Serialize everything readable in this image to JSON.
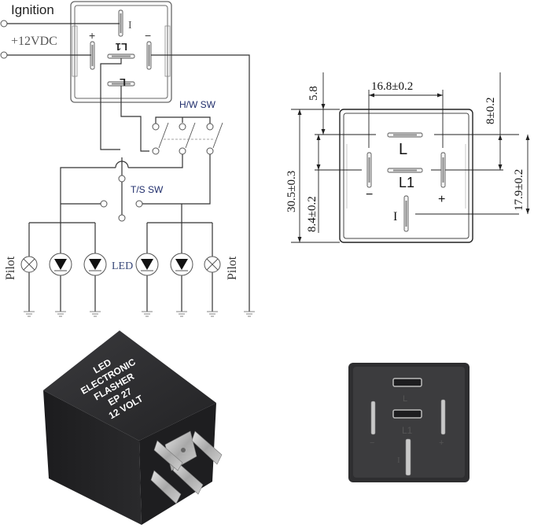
{
  "wiring_diagram": {
    "inputs": {
      "ignition_label": "Ignition",
      "supply_label": "+12VDC"
    },
    "relay_pins": {
      "ignition_pin": "I",
      "positive_pin": "+",
      "negative_pin": "−",
      "l1_pin": "L1",
      "l_pin": "L"
    },
    "switches": {
      "hazard_switch_label": "H/W SW",
      "turn_signal_switch_label": "T/S SW"
    },
    "lamps": {
      "pilot_left_label": "Pilot",
      "pilot_right_label": "Pilot",
      "led_label": "LED"
    }
  },
  "dimension_drawing": {
    "pin_labels": {
      "top": "L",
      "middle": "L1",
      "left": "−",
      "right": "+",
      "bottom": "I"
    },
    "dimensions": {
      "pin_span_width": "16.8±0.2",
      "top_offset": "5.8",
      "overall_height": "30.5±0.3",
      "l_to_l1": "8.4±0.2",
      "right_upper": "8±0.2",
      "right_lower": "17.9±0.2"
    }
  },
  "product_photo_angled": {
    "housing_text": [
      "LED",
      "ELECTRONIC",
      "FLASHER",
      "EP 27",
      "12 VOLT"
    ],
    "housing_color": "#2b2b2d",
    "pin_color": "#b9b9b9"
  },
  "product_photo_bottom": {
    "pin_labels": {
      "top": "L",
      "middle": "L1",
      "left": "−",
      "right": "+",
      "bottom": "I"
    },
    "housing_color": "#3a3a3c"
  }
}
